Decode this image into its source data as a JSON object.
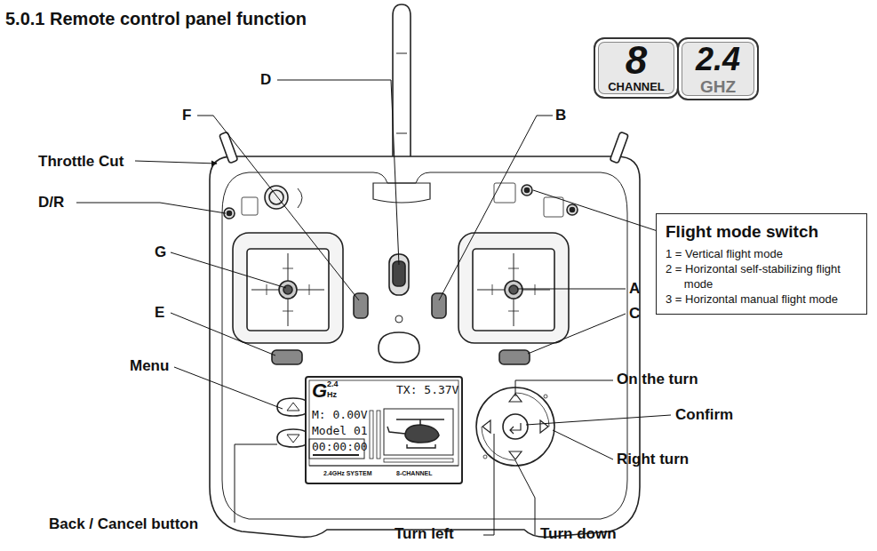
{
  "diagram": {
    "title": "5.0.1 Remote control panel function",
    "nodes": [
      {
        "text": [
          "8",
          "CHANNEL"
        ]
      },
      {
        "text": [
          "2.4",
          "GHZ"
        ]
      },
      {
        "text": [
          "Flight mode switch",
          "1 = Vertical flight mode",
          "2 = Horizontal self-stabilizing flight mode",
          "3 = Horizontal manual flight mode"
        ]
      }
    ],
    "labels": [
      "D",
      "F",
      "B",
      "Throttle Cut",
      "D/R",
      "G",
      "A",
      "E",
      "C",
      "Menu",
      "On the turn",
      "Confirm",
      "Right turn",
      "Back / Cancel button",
      "Turn left",
      "Turn down",
      "G",
      "2.4",
      "Hz",
      "TX: 5.37V",
      "M: 0.00V",
      "Model 01",
      "00:00:00",
      "2.4GHz SYSTEM",
      "8-CHANNEL"
    ]
  }
}
